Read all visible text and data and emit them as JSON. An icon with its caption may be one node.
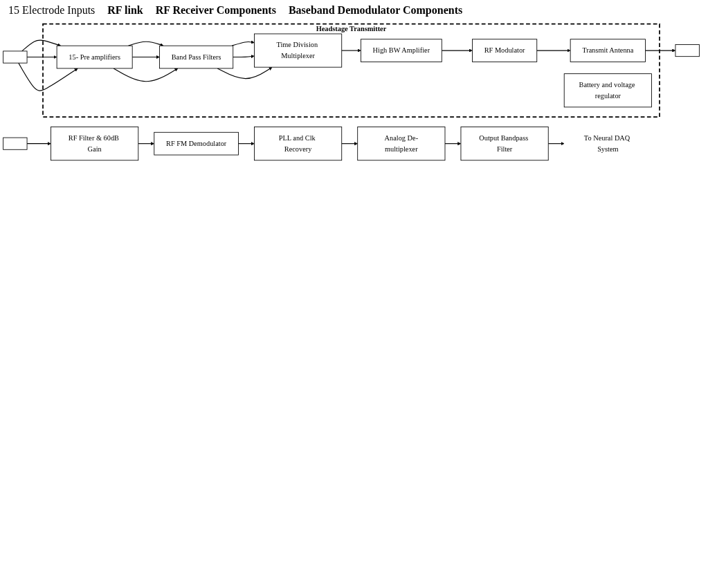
{
  "diagram": {
    "nodes": [
      {
        "text": [
          "Headstage Transmitter"
        ]
      },
      {
        "text": [],
        "shape": "box",
        "beside": [
          "15 Electrode Inputs"
        ]
      },
      {
        "text": [
          "15- Pre amplifiers"
        ],
        "in": 0
      },
      {
        "text": [
          "Band Pass Filters"
        ],
        "in": 0
      },
      {
        "text": [
          "Time Division Multiplexer"
        ],
        "in": 0
      },
      {
        "text": [
          "High BW Amplifier"
        ],
        "in": 0
      },
      {
        "text": [
          "RF Modulator"
        ],
        "in": 0
      },
      {
        "text": [
          "Transmit Antenna"
        ],
        "in": 0
      },
      {
        "text": [
          "Battery and voltage regulator"
        ],
        "in": 0
      },
      {
        "text": [],
        "shape": "box"
      },
      {
        "text": [],
        "shape": "box"
      },
      {
        "text": [
          "RF Filter & 60dB Gain"
        ]
      },
      {
        "text": [
          "RF FM Demodulator"
        ]
      },
      {
        "text": [
          "PLL and Clk Recovery"
        ]
      },
      {
        "text": [
          "Analog De-multiplexer"
        ]
      },
      {
        "text": [
          "Output Bandpass Filter"
        ]
      },
      {
        "text": [
          "To Neural DAQ System"
        ]
      }
    ],
    "edges": [
      {
        "from": 1,
        "to": 2,
        "arrow": "to"
      },
      {
        "from": 1,
        "to": 2,
        "arrow": "to"
      },
      {
        "from": 1,
        "to": 2,
        "arrow": "to"
      },
      {
        "from": 2,
        "to": 3,
        "arrow": "to"
      },
      {
        "from": 2,
        "to": 3,
        "arrow": "to"
      },
      {
        "from": 2,
        "to": 3,
        "arrow": "to"
      },
      {
        "from": 3,
        "to": 4,
        "arrow": "to"
      },
      {
        "from": 3,
        "to": 4,
        "arrow": "to"
      },
      {
        "from": 3,
        "to": 4,
        "arrow": "to"
      },
      {
        "from": 4,
        "to": 5,
        "arrow": "to"
      },
      {
        "from": 5,
        "to": 6,
        "arrow": "to"
      },
      {
        "from": 6,
        "to": 7,
        "arrow": "to"
      },
      {
        "from": 7,
        "to": 9,
        "arrow": "to"
      },
      {
        "from": 10,
        "to": 11,
        "arrow": "to"
      },
      {
        "from": 11,
        "to": 12,
        "arrow": "to"
      },
      {
        "from": 12,
        "to": 13,
        "arrow": "to"
      },
      {
        "from": 13,
        "to": 14,
        "arrow": "to"
      },
      {
        "from": 14,
        "to": 15,
        "arrow": "to"
      },
      {
        "from": 15,
        "to": 16,
        "arrow": "to"
      }
    ],
    "labels": [
      "RF link",
      "RF Receiver Components",
      "Baseband Demodulator Components"
    ]
  }
}
